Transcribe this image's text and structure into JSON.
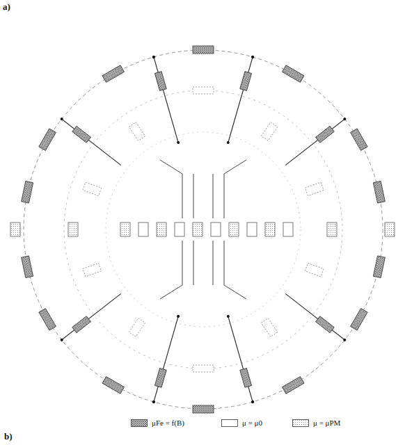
{
  "diagram": {
    "labels": [
      "a)",
      "b)"
    ],
    "legend": [
      {
        "text": "μFe = f(B)"
      },
      {
        "text": "μ = μ0"
      },
      {
        "text": "μ = μPM"
      }
    ]
  }
}
